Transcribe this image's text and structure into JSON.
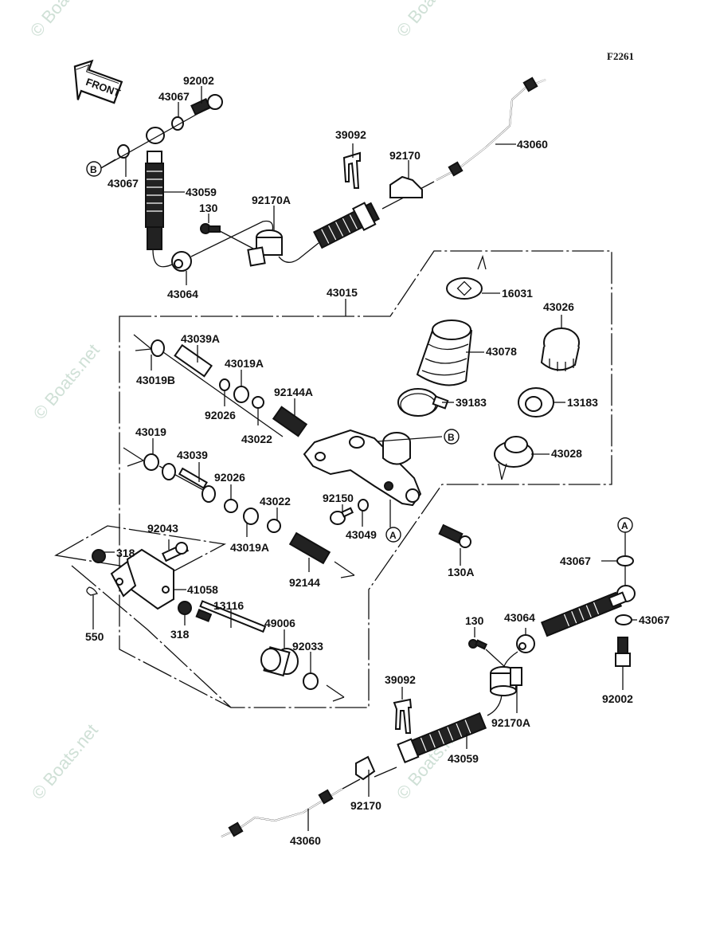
{
  "figure_code": "F2261",
  "front_arrow_label": "FRONT",
  "watermark": "© Boats.net",
  "callouts": {
    "A": "A",
    "B": "B"
  },
  "labels": {
    "p92002_top": "92002",
    "p43067_top": "43067",
    "p43067_left": "43067",
    "p43059_top": "43059",
    "p130_top": "130",
    "p92170A_top": "92170A",
    "p43064_top": "43064",
    "p39092_top": "39092",
    "p92170_top": "92170",
    "p43060_top": "43060",
    "p43015": "43015",
    "p16031": "16031",
    "p43026": "43026",
    "p43078": "43078",
    "p39183": "39183",
    "p13183": "13183",
    "p43028": "43028",
    "p43039A": "43039A",
    "p43019B": "43019B",
    "p43019A_a": "43019A",
    "p92026_a": "92026",
    "p92144A": "92144A",
    "p43022_a": "43022",
    "p43019": "43019",
    "p43039": "43039",
    "p92026_b": "92026",
    "p43022_b": "43022",
    "p43019A_b": "43019A",
    "p92150": "92150",
    "p43049": "43049",
    "p92144": "92144",
    "p92043": "92043",
    "p318_a": "318",
    "p41058": "41058",
    "p550": "550",
    "p318_b": "318",
    "p13116": "13116",
    "p49006": "49006",
    "p92033": "92033",
    "p130A": "130A",
    "p43067_r1": "43067",
    "p43067_r2": "43067",
    "p92002_bot": "92002",
    "p130_bot": "130",
    "p43064_bot": "43064",
    "p39092_bot": "39092",
    "p92170A_bot": "92170A",
    "p43059_bot": "43059",
    "p92170_bot": "92170",
    "p43060_bot": "43060"
  }
}
